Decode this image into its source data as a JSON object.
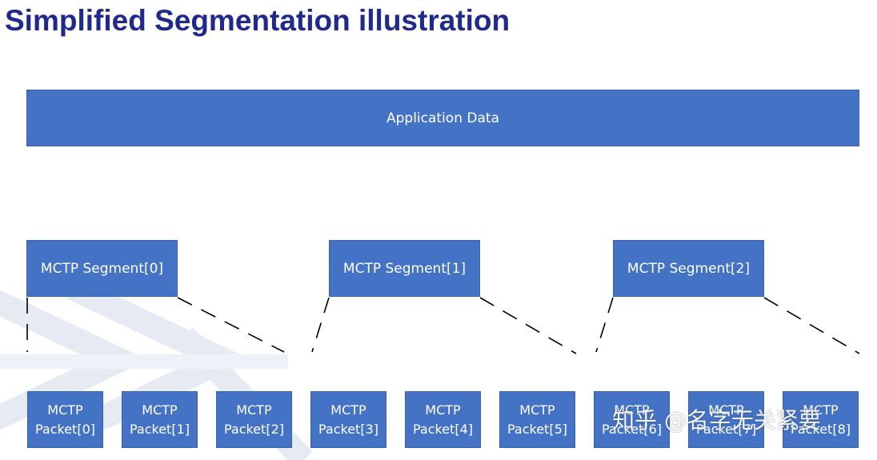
{
  "title": "Simplified Segmentation illustration",
  "application": {
    "label": "Application Data"
  },
  "segments": [
    {
      "label": "MCTP Segment[0]"
    },
    {
      "label": "MCTP Segment[1]"
    },
    {
      "label": "MCTP Segment[2]"
    }
  ],
  "packets": [
    {
      "line1": "MCTP",
      "line2": "Packet[0]"
    },
    {
      "line1": "MCTP",
      "line2": "Packet[1]"
    },
    {
      "line1": "MCTP",
      "line2": "Packet[2]"
    },
    {
      "line1": "MCTP",
      "line2": "Packet[3]"
    },
    {
      "line1": "MCTP",
      "line2": "Packet[4]"
    },
    {
      "line1": "MCTP",
      "line2": "Packet[5]"
    },
    {
      "line1": "MCTP",
      "line2": "Packet[6]"
    },
    {
      "line1": "MCTP",
      "line2": "Packet[7]"
    },
    {
      "line1": "MCTP",
      "line2": "Packet[8]"
    }
  ],
  "watermark": "知乎 @名字无关紧要",
  "colors": {
    "box_fill": "#4472c4",
    "title": "#1f2a8a"
  }
}
